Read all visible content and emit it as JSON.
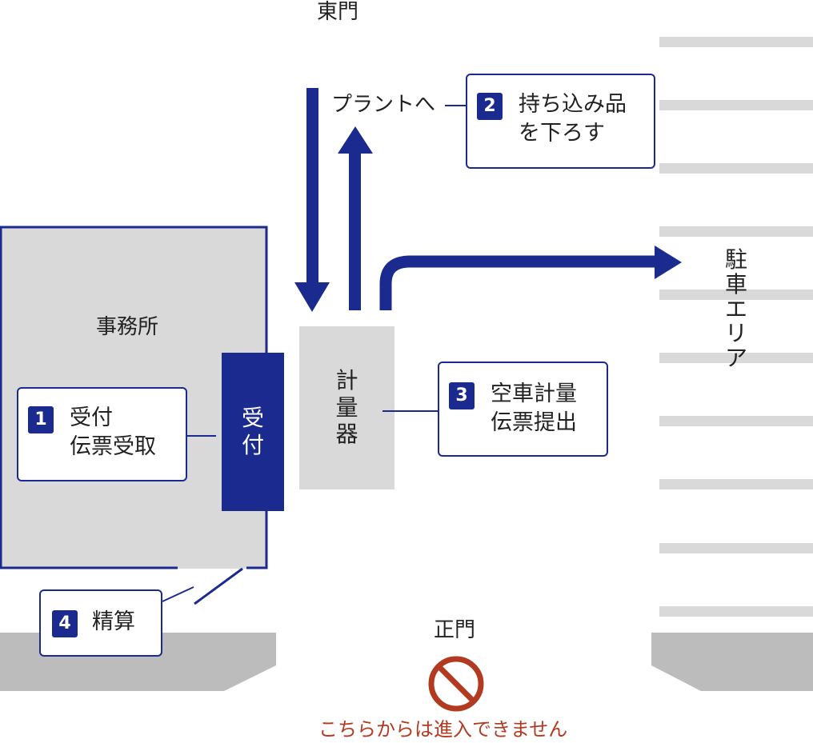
{
  "labels": {
    "east_gate": "東門",
    "to_plant": "プラントへ",
    "office": "事務所",
    "main_gate": "正門",
    "no_entry": "こちらからは進入できません"
  },
  "reception": [
    "受",
    "付"
  ],
  "scale": [
    "計",
    "量",
    "器"
  ],
  "parking": [
    "駐",
    "車",
    "エ",
    "リ",
    "ア"
  ],
  "steps": [
    {
      "num": "1",
      "lines": [
        "受付",
        "伝票受取"
      ]
    },
    {
      "num": "2",
      "lines": [
        "持ち込み品",
        "を下ろす"
      ]
    },
    {
      "num": "3",
      "lines": [
        "空車計量",
        "伝票提出"
      ]
    },
    {
      "num": "4",
      "lines": [
        "精算"
      ]
    }
  ],
  "colors": {
    "primary": "#1b2a8f",
    "gray": "#d9d9d9",
    "road": "#bcbcbc",
    "warning": "#b23a20"
  }
}
